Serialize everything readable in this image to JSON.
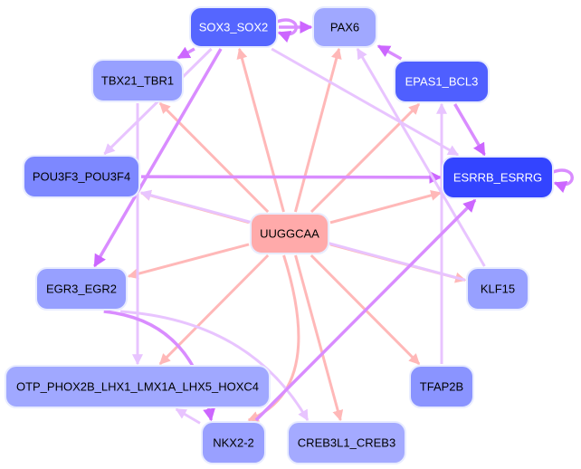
{
  "colors": {
    "activation_edge": "#ffb8b8",
    "regulation_edge": "#dd88ff",
    "regulation_edge_light": "#e8c4ff",
    "node_border": "#e8ecff"
  },
  "nodes": [
    {
      "id": "SOX3_SOX2",
      "fill": "#5566ff",
      "text_color": "#ffffff"
    },
    {
      "id": "PAX6",
      "fill": "#a0a8ff",
      "text_color": "#000000"
    },
    {
      "id": "TBX21_TBR1",
      "fill": "#97a0ff",
      "text_color": "#000000"
    },
    {
      "id": "EPAS1_BCL3",
      "fill": "#4f5fff",
      "text_color": "#ffffff"
    },
    {
      "id": "POU3F3_POU3F4",
      "fill": "#7d88ff",
      "text_color": "#000000"
    },
    {
      "id": "ESRRB_ESRRG",
      "fill": "#3344ff",
      "text_color": "#ffffff"
    },
    {
      "id": "UUGGCAA",
      "fill": "#ffaaaa",
      "text_color": "#000000"
    },
    {
      "id": "EGR3_EGR2",
      "fill": "#97a0ff",
      "text_color": "#000000"
    },
    {
      "id": "KLF15",
      "fill": "#97a0ff",
      "text_color": "#000000"
    },
    {
      "id": "OTP_PHOX2B_LHX1_LMX1A_LHX5_HOXC4",
      "fill": "#a0a8ff",
      "text_color": "#000000"
    },
    {
      "id": "TFAP2B",
      "fill": "#8a94ff",
      "text_color": "#000000"
    },
    {
      "id": "NKX2-2",
      "fill": "#99a0ff",
      "text_color": "#000000"
    },
    {
      "id": "CREB3L1_CREB3",
      "fill": "#a4aaff",
      "text_color": "#000000"
    }
  ],
  "edges": [
    {
      "source": "UUGGCAA",
      "target": "SOX3_SOX2",
      "type": "activation"
    },
    {
      "source": "UUGGCAA",
      "target": "PAX6",
      "type": "activation"
    },
    {
      "source": "UUGGCAA",
      "target": "TBX21_TBR1",
      "type": "activation"
    },
    {
      "source": "UUGGCAA",
      "target": "EPAS1_BCL3",
      "type": "activation"
    },
    {
      "source": "UUGGCAA",
      "target": "POU3F3_POU3F4",
      "type": "activation"
    },
    {
      "source": "UUGGCAA",
      "target": "ESRRB_ESRRG",
      "type": "activation"
    },
    {
      "source": "UUGGCAA",
      "target": "EGR3_EGR2",
      "type": "activation"
    },
    {
      "source": "UUGGCAA",
      "target": "KLF15",
      "type": "activation"
    },
    {
      "source": "UUGGCAA",
      "target": "OTP_PHOX2B_LHX1_LMX1A_LHX5_HOXC4",
      "type": "activation"
    },
    {
      "source": "UUGGCAA",
      "target": "TFAP2B",
      "type": "activation"
    },
    {
      "source": "UUGGCAA",
      "target": "NKX2-2",
      "type": "activation"
    },
    {
      "source": "UUGGCAA",
      "target": "CREB3L1_CREB3",
      "type": "activation"
    },
    {
      "source": "SOX3_SOX2",
      "target": "SOX3_SOX2",
      "type": "regulation"
    },
    {
      "source": "SOX3_SOX2",
      "target": "PAX6",
      "type": "regulation"
    },
    {
      "source": "SOX3_SOX2",
      "target": "TBX21_TBR1",
      "type": "regulation"
    },
    {
      "source": "SOX3_SOX2",
      "target": "POU3F3_POU3F4",
      "type": "regulation_light"
    },
    {
      "source": "SOX3_SOX2",
      "target": "EGR3_EGR2",
      "type": "regulation"
    },
    {
      "source": "SOX3_SOX2",
      "target": "ESRRB_ESRRG",
      "type": "regulation_light"
    },
    {
      "source": "EPAS1_BCL3",
      "target": "PAX6",
      "type": "regulation"
    },
    {
      "source": "EPAS1_BCL3",
      "target": "ESRRB_ESRRG",
      "type": "regulation"
    },
    {
      "source": "ESRRB_ESRRG",
      "target": "ESRRB_ESRRG",
      "type": "regulation"
    },
    {
      "source": "POU3F3_POU3F4",
      "target": "ESRRB_ESRRG",
      "type": "regulation"
    },
    {
      "source": "KLF15",
      "target": "PAX6",
      "type": "regulation_light"
    },
    {
      "source": "KLF15",
      "target": "POU3F3_POU3F4",
      "type": "regulation_light"
    },
    {
      "source": "TBX21_TBR1",
      "target": "OTP_PHOX2B_LHX1_LMX1A_LHX5_HOXC4",
      "type": "regulation_light"
    },
    {
      "source": "TFAP2B",
      "target": "EPAS1_BCL3",
      "type": "regulation_light"
    },
    {
      "source": "EGR3_EGR2",
      "target": "NKX2-2",
      "type": "regulation"
    },
    {
      "source": "EGR3_EGR2",
      "target": "CREB3L1_CREB3",
      "type": "regulation_light"
    },
    {
      "source": "NKX2-2",
      "target": "ESRRB_ESRRG",
      "type": "regulation"
    },
    {
      "source": "NKX2-2",
      "target": "OTP_PHOX2B_LHX1_LMX1A_LHX5_HOXC4",
      "type": "regulation_light"
    }
  ]
}
